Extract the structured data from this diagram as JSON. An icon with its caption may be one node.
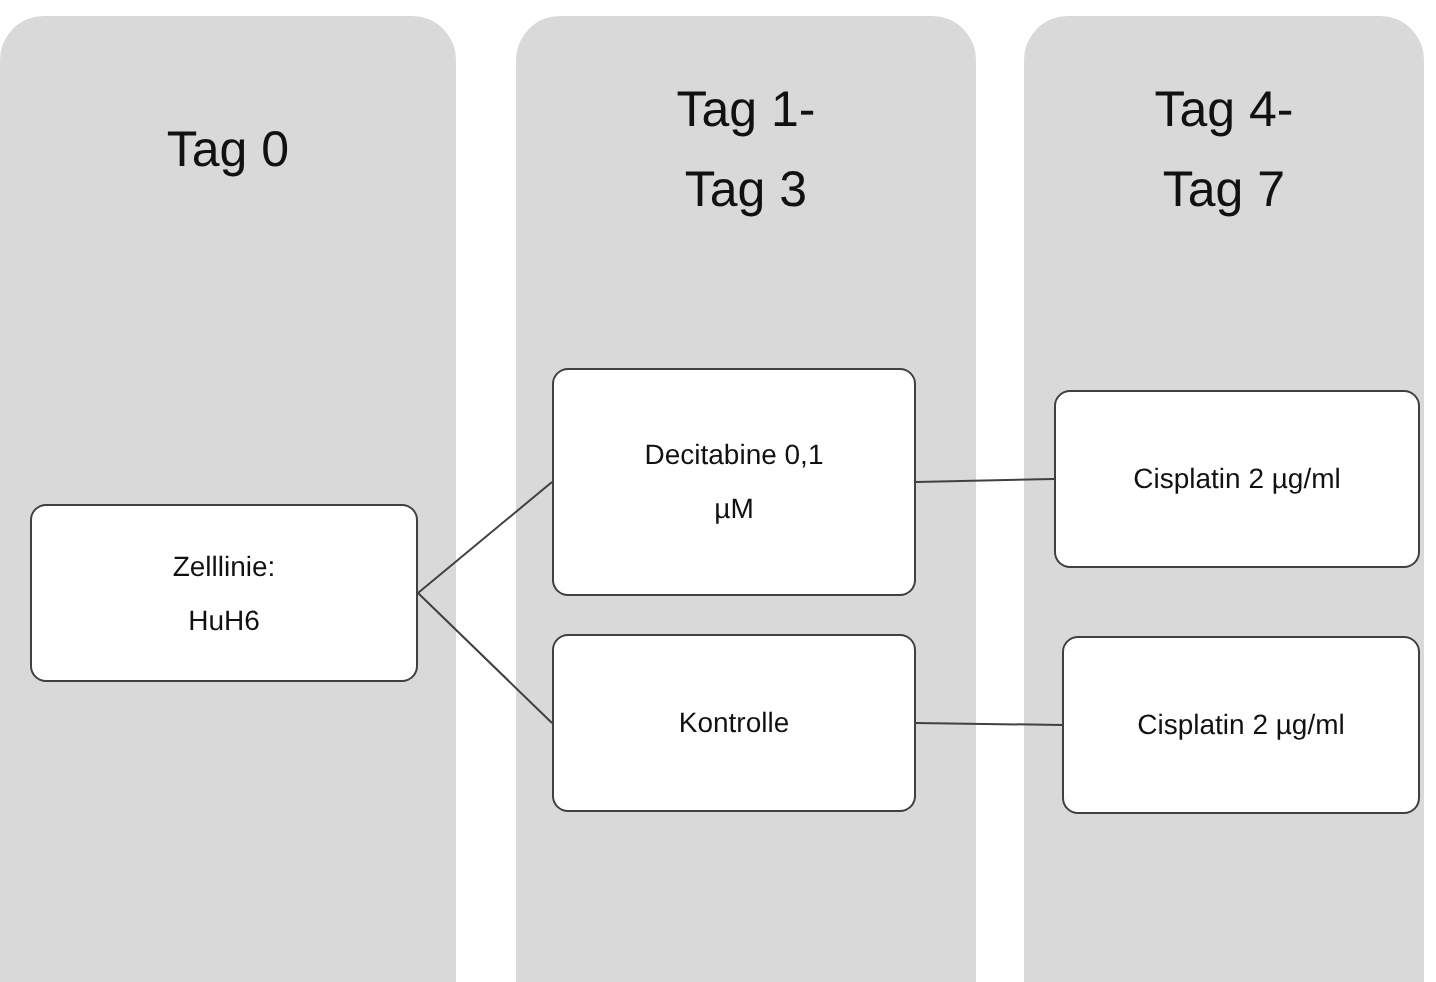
{
  "diagram": {
    "nodes": [
      {
        "text": [
          "Tag 0"
        ]
      },
      {
        "text": [
          "Tag 1- Tag 3"
        ]
      },
      {
        "text": [
          "Tag 4- Tag 7"
        ]
      },
      {
        "text": [
          "Zelllinie: HuH6"
        ],
        "in": 0
      },
      {
        "text": [
          "Decitabine 0,1 µM"
        ],
        "in": 1
      },
      {
        "text": [
          "Kontrolle"
        ],
        "in": 1
      },
      {
        "text": [
          "Cisplatin 2 µg/ml"
        ],
        "in": 2
      },
      {
        "text": [
          "Cisplatin 2 µg/ml"
        ],
        "in": 2
      }
    ],
    "edges": [
      {
        "from": 3,
        "to": 4,
        "arrow": "none"
      },
      {
        "from": 3,
        "to": 5,
        "arrow": "none"
      },
      {
        "from": 4,
        "to": 6,
        "arrow": "none"
      },
      {
        "from": 5,
        "to": 7,
        "arrow": "none"
      }
    ]
  }
}
